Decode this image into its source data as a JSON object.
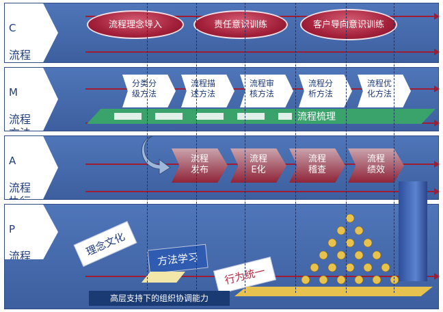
{
  "sections": [
    {
      "letter": "C",
      "title": "流程\n理念"
    },
    {
      "letter": "M",
      "title": "流程\n方法"
    },
    {
      "letter": "A",
      "title": "流程\n执行"
    },
    {
      "letter": "P",
      "title": "流程\n团队"
    }
  ],
  "concepts": [
    "流程理念导入",
    "责任意识训练",
    "客户导向意识训练"
  ],
  "methods": [
    "分类分\n级方法",
    "流程描\n述方法",
    "流程审\n核方法",
    "流程分\n析方法",
    "流程优\n化方法"
  ],
  "platform_label": "流程梳理",
  "execution": [
    "流程\n发布",
    "流程\nE化",
    "流程\n稽查",
    "流程\n绩效"
  ],
  "team_tags": [
    "理念文化",
    "方法学习",
    "行为统一"
  ],
  "caption": "高层支持下的组织协调能力"
}
